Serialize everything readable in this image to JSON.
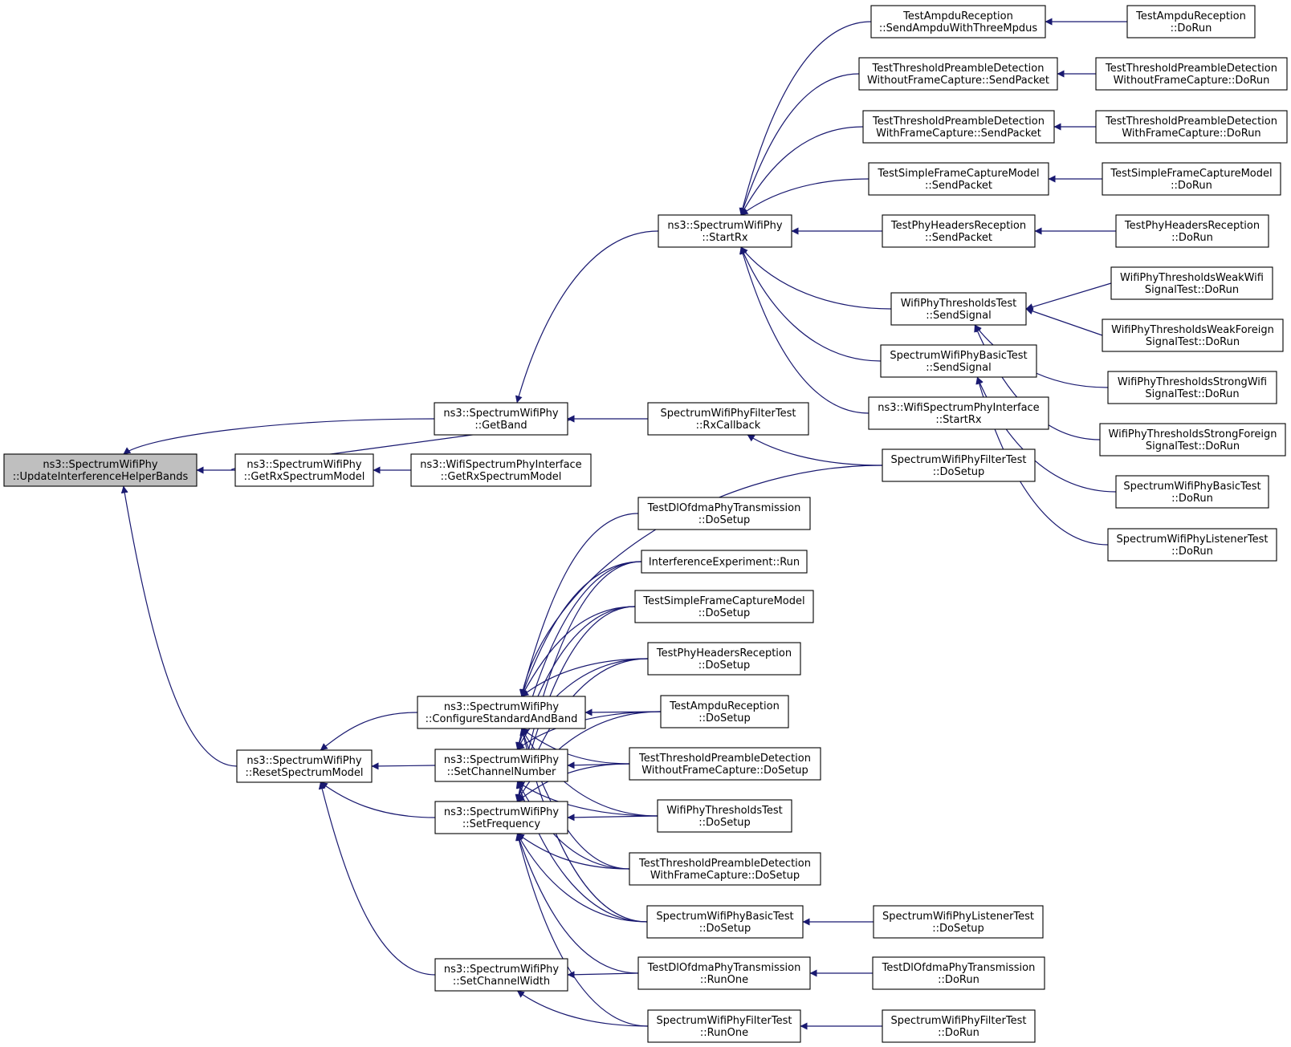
{
  "graph": {
    "type": "doxygen-caller-graph",
    "edge_color": "#191970",
    "root_fill": "#bfbfbf",
    "nodes": [
      {
        "id": "root",
        "lines": [
          "ns3::SpectrumWifiPhy",
          "::UpdateInterferenceHelperBands"
        ],
        "root": true
      },
      {
        "id": "getband",
        "lines": [
          "ns3::SpectrumWifiPhy",
          "::GetBand"
        ]
      },
      {
        "id": "getrxsm",
        "lines": [
          "ns3::SpectrumWifiPhy",
          "::GetRxSpectrumModel"
        ]
      },
      {
        "id": "resetsm",
        "lines": [
          "ns3::SpectrumWifiPhy",
          "::ResetSpectrumModel"
        ]
      },
      {
        "id": "startrx",
        "lines": [
          "ns3::SpectrumWifiPhy",
          "::StartRx"
        ]
      },
      {
        "id": "filtrxcb",
        "lines": [
          "SpectrumWifiPhyFilterTest",
          "::RxCallback"
        ]
      },
      {
        "id": "wspi_getrx",
        "lines": [
          "ns3::WifiSpectrumPhyInterface",
          "::GetRxSpectrumModel"
        ]
      },
      {
        "id": "configsb",
        "lines": [
          "ns3::SpectrumWifiPhy",
          "::ConfigureStandardAndBand"
        ]
      },
      {
        "id": "setchnum",
        "lines": [
          "ns3::SpectrumWifiPhy",
          "::SetChannelNumber"
        ]
      },
      {
        "id": "setfreq",
        "lines": [
          "ns3::SpectrumWifiPhy",
          "::SetFrequency"
        ]
      },
      {
        "id": "setchw",
        "lines": [
          "ns3::SpectrumWifiPhy",
          "::SetChannelWidth"
        ]
      },
      {
        "id": "ampdu_send",
        "lines": [
          "TestAmpduReception",
          "::SendAmpduWithThreeMpdus"
        ]
      },
      {
        "id": "tpd_wo_send",
        "lines": [
          "TestThresholdPreambleDetection",
          "WithoutFrameCapture::SendPacket"
        ]
      },
      {
        "id": "tpd_w_send",
        "lines": [
          "TestThresholdPreambleDetection",
          "WithFrameCapture::SendPacket"
        ]
      },
      {
        "id": "sfcm_send",
        "lines": [
          "TestSimpleFrameCaptureModel",
          "::SendPacket"
        ]
      },
      {
        "id": "phr_send",
        "lines": [
          "TestPhyHeadersReception",
          "::SendPacket"
        ]
      },
      {
        "id": "wpt_sendsig",
        "lines": [
          "WifiPhyThresholdsTest",
          "::SendSignal"
        ]
      },
      {
        "id": "swpbt_sendsig",
        "lines": [
          "SpectrumWifiPhyBasicTest",
          "::SendSignal"
        ]
      },
      {
        "id": "wspi_startrx",
        "lines": [
          "ns3::WifiSpectrumPhyInterface",
          "::StartRx"
        ]
      },
      {
        "id": "filt_dosetup",
        "lines": [
          "SpectrumWifiPhyFilterTest",
          "::DoSetup"
        ]
      },
      {
        "id": "dlofdma_dosetup",
        "lines": [
          "TestDlOfdmaPhyTransmission",
          "::DoSetup"
        ]
      },
      {
        "id": "interf_run",
        "lines": [
          "InterferenceExperiment::Run"
        ]
      },
      {
        "id": "sfcm_dosetup",
        "lines": [
          "TestSimpleFrameCaptureModel",
          "::DoSetup"
        ]
      },
      {
        "id": "phr_dosetup",
        "lines": [
          "TestPhyHeadersReception",
          "::DoSetup"
        ]
      },
      {
        "id": "ampdu_dosetup",
        "lines": [
          "TestAmpduReception",
          "::DoSetup"
        ]
      },
      {
        "id": "tpd_wo_dosetup",
        "lines": [
          "TestThresholdPreambleDetection",
          "WithoutFrameCapture::DoSetup"
        ]
      },
      {
        "id": "wpt_dosetup",
        "lines": [
          "WifiPhyThresholdsTest",
          "::DoSetup"
        ]
      },
      {
        "id": "tpd_w_dosetup",
        "lines": [
          "TestThresholdPreambleDetection",
          "WithFrameCapture::DoSetup"
        ]
      },
      {
        "id": "swpbt_dosetup",
        "lines": [
          "SpectrumWifiPhyBasicTest",
          "::DoSetup"
        ]
      },
      {
        "id": "dlofdma_runone",
        "lines": [
          "TestDlOfdmaPhyTransmission",
          "::RunOne"
        ]
      },
      {
        "id": "filt_runone",
        "lines": [
          "SpectrumWifiPhyFilterTest",
          "::RunOne"
        ]
      },
      {
        "id": "ampdu_dorun",
        "lines": [
          "TestAmpduReception",
          "::DoRun"
        ]
      },
      {
        "id": "tpd_wo_dorun",
        "lines": [
          "TestThresholdPreambleDetection",
          "WithoutFrameCapture::DoRun"
        ]
      },
      {
        "id": "tpd_w_dorun",
        "lines": [
          "TestThresholdPreambleDetection",
          "WithFrameCapture::DoRun"
        ]
      },
      {
        "id": "sfcm_dorun",
        "lines": [
          "TestSimpleFrameCaptureModel",
          "::DoRun"
        ]
      },
      {
        "id": "phr_dorun",
        "lines": [
          "TestPhyHeadersReception",
          "::DoRun"
        ]
      },
      {
        "id": "weakwifi",
        "lines": [
          "WifiPhyThresholdsWeakWifi",
          "SignalTest::DoRun"
        ]
      },
      {
        "id": "weakforeign",
        "lines": [
          "WifiPhyThresholdsWeakForeign",
          "SignalTest::DoRun"
        ]
      },
      {
        "id": "strongwifi",
        "lines": [
          "WifiPhyThresholdsStrongWifi",
          "SignalTest::DoRun"
        ]
      },
      {
        "id": "strongforeign",
        "lines": [
          "WifiPhyThresholdsStrongForeign",
          "SignalTest::DoRun"
        ]
      },
      {
        "id": "swpbt_dorun",
        "lines": [
          "SpectrumWifiPhyBasicTest",
          "::DoRun"
        ]
      },
      {
        "id": "listener_dorun",
        "lines": [
          "SpectrumWifiPhyListenerTest",
          "::DoRun"
        ]
      },
      {
        "id": "listener_dosetup",
        "lines": [
          "SpectrumWifiPhyListenerTest",
          "::DoSetup"
        ]
      },
      {
        "id": "dlofdma_dorun",
        "lines": [
          "TestDlOfdmaPhyTransmission",
          "::DoRun"
        ]
      },
      {
        "id": "filt_dorun",
        "lines": [
          "SpectrumWifiPhyFilterTest",
          "::DoRun"
        ]
      }
    ],
    "edges": [
      [
        "getband",
        "root"
      ],
      [
        "getrxsm",
        "root"
      ],
      [
        "resetsm",
        "root"
      ],
      [
        "startrx",
        "getband"
      ],
      [
        "filtrxcb",
        "getband"
      ],
      [
        "getrxsm",
        "getband"
      ],
      [
        "wspi_getrx",
        "getrxsm"
      ],
      [
        "configsb",
        "resetsm"
      ],
      [
        "setchnum",
        "resetsm"
      ],
      [
        "setfreq",
        "resetsm"
      ],
      [
        "setchw",
        "resetsm"
      ],
      [
        "ampdu_send",
        "startrx"
      ],
      [
        "tpd_wo_send",
        "startrx"
      ],
      [
        "tpd_w_send",
        "startrx"
      ],
      [
        "sfcm_send",
        "startrx"
      ],
      [
        "phr_send",
        "startrx"
      ],
      [
        "wpt_sendsig",
        "startrx"
      ],
      [
        "swpbt_sendsig",
        "startrx"
      ],
      [
        "wspi_startrx",
        "startrx"
      ],
      [
        "filt_dosetup",
        "filtrxcb"
      ],
      [
        "ampdu_dorun",
        "ampdu_send"
      ],
      [
        "tpd_wo_dorun",
        "tpd_wo_send"
      ],
      [
        "tpd_w_dorun",
        "tpd_w_send"
      ],
      [
        "sfcm_dorun",
        "sfcm_send"
      ],
      [
        "phr_dorun",
        "phr_send"
      ],
      [
        "weakwifi",
        "wpt_sendsig"
      ],
      [
        "weakforeign",
        "wpt_sendsig"
      ],
      [
        "strongwifi",
        "wpt_sendsig"
      ],
      [
        "strongforeign",
        "wpt_sendsig"
      ],
      [
        "swpbt_dorun",
        "swpbt_sendsig"
      ],
      [
        "listener_dorun",
        "swpbt_sendsig"
      ],
      [
        "filt_dosetup",
        "configsb"
      ],
      [
        "dlofdma_dosetup",
        "configsb"
      ],
      [
        "interf_run",
        "configsb"
      ],
      [
        "sfcm_dosetup",
        "configsb"
      ],
      [
        "phr_dosetup",
        "configsb"
      ],
      [
        "ampdu_dosetup",
        "configsb"
      ],
      [
        "tpd_wo_dosetup",
        "configsb"
      ],
      [
        "wpt_dosetup",
        "configsb"
      ],
      [
        "tpd_w_dosetup",
        "configsb"
      ],
      [
        "swpbt_dosetup",
        "configsb"
      ],
      [
        "interf_run",
        "setchnum"
      ],
      [
        "sfcm_dosetup",
        "setchnum"
      ],
      [
        "phr_dosetup",
        "setchnum"
      ],
      [
        "ampdu_dosetup",
        "setchnum"
      ],
      [
        "tpd_wo_dosetup",
        "setchnum"
      ],
      [
        "wpt_dosetup",
        "setchnum"
      ],
      [
        "tpd_w_dosetup",
        "setchnum"
      ],
      [
        "swpbt_dosetup",
        "setchnum"
      ],
      [
        "interf_run",
        "setfreq"
      ],
      [
        "sfcm_dosetup",
        "setfreq"
      ],
      [
        "phr_dosetup",
        "setfreq"
      ],
      [
        "ampdu_dosetup",
        "setfreq"
      ],
      [
        "tpd_wo_dosetup",
        "setfreq"
      ],
      [
        "wpt_dosetup",
        "setfreq"
      ],
      [
        "tpd_w_dosetup",
        "setfreq"
      ],
      [
        "swpbt_dosetup",
        "setfreq"
      ],
      [
        "dlofdma_runone",
        "setfreq"
      ],
      [
        "filt_runone",
        "setfreq"
      ],
      [
        "dlofdma_runone",
        "setchw"
      ],
      [
        "filt_runone",
        "setchw"
      ],
      [
        "listener_dosetup",
        "swpbt_dosetup"
      ],
      [
        "dlofdma_dorun",
        "dlofdma_runone"
      ],
      [
        "filt_dorun",
        "filt_runone"
      ]
    ]
  }
}
